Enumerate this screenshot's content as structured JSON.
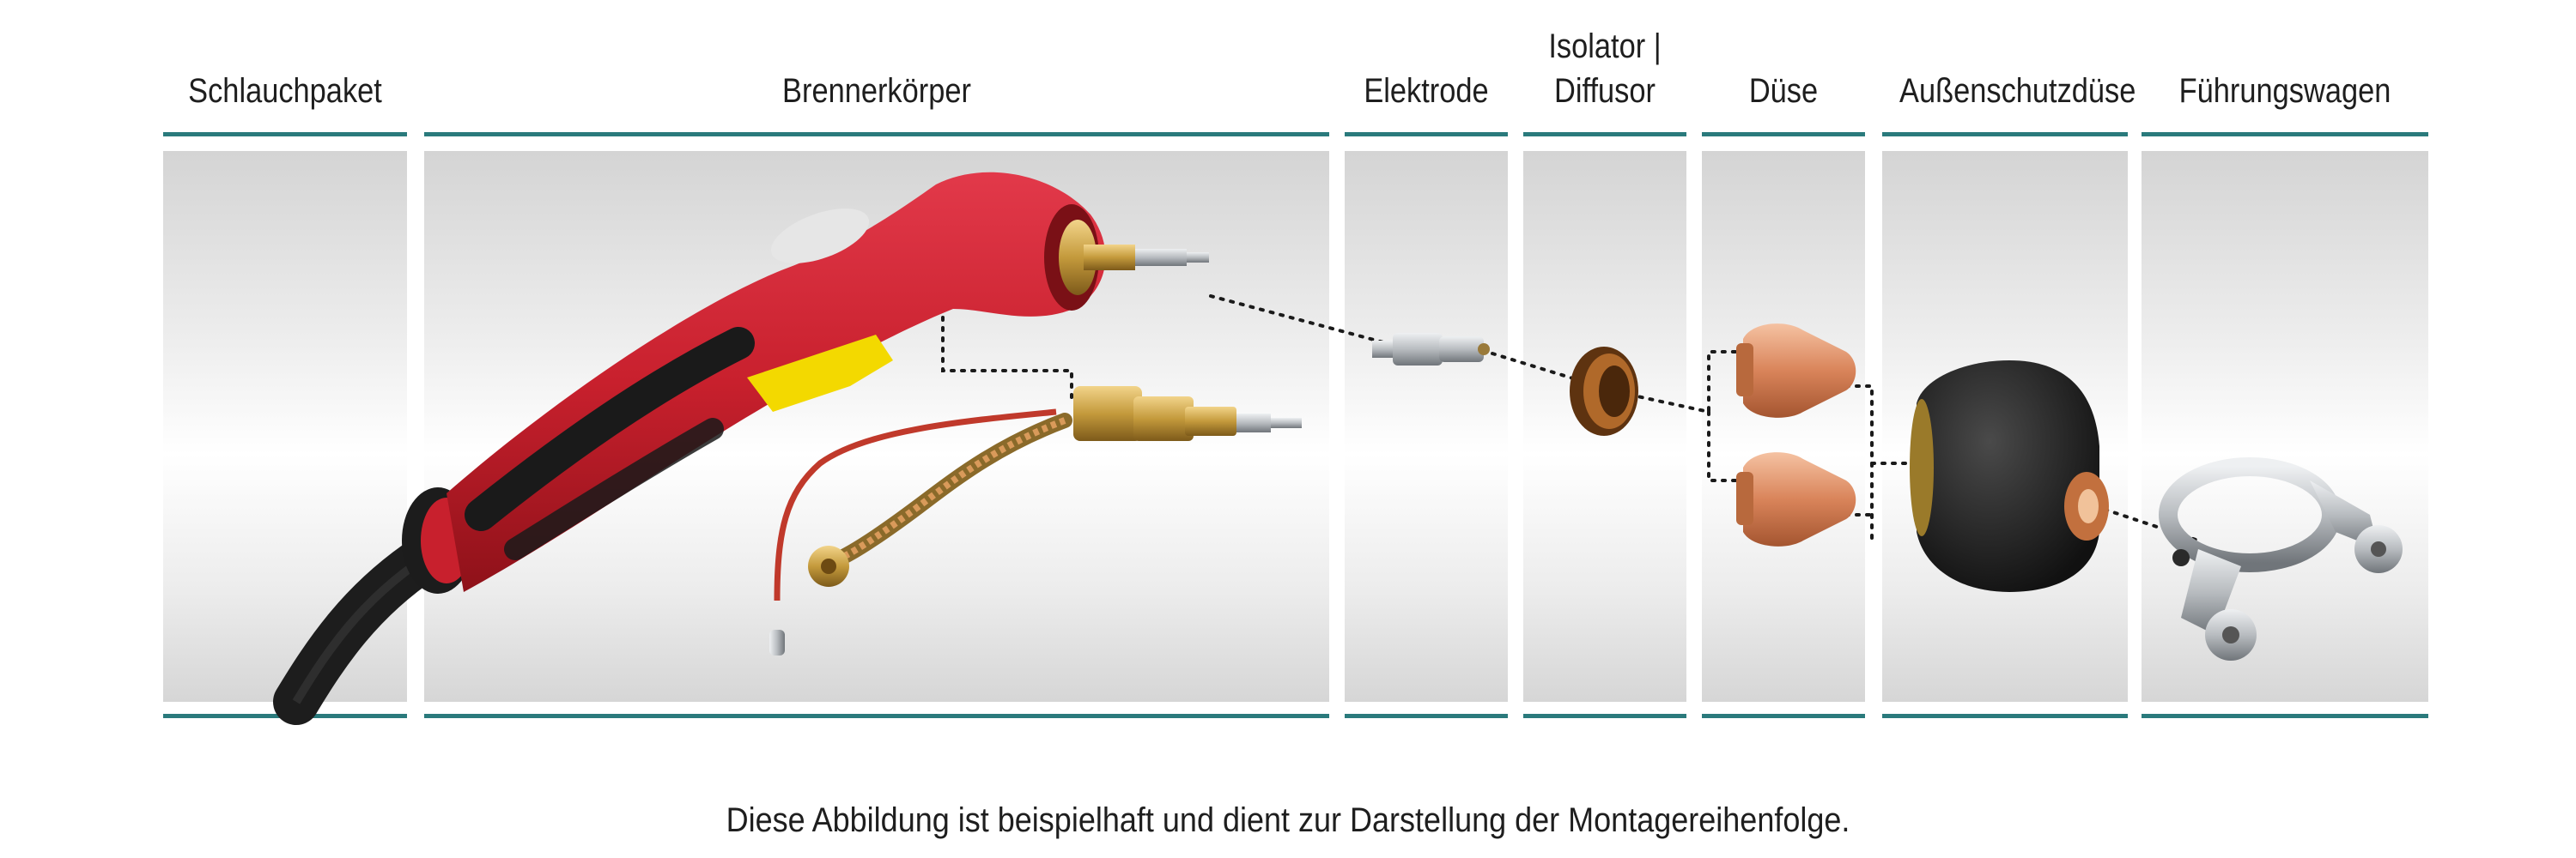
{
  "columns": [
    {
      "key": "schlauchpaket",
      "title": "Schlauchpaket"
    },
    {
      "key": "brennerkoerper",
      "title": "Brennerkörper"
    },
    {
      "key": "elektrode",
      "title": "Elektrode"
    },
    {
      "key": "isolator",
      "title_line1": "Isolator |",
      "title_line2": "Diffusor"
    },
    {
      "key": "duese",
      "title": "Düse"
    },
    {
      "key": "aussenschutzduese",
      "title": "Außenschutzdüse"
    },
    {
      "key": "fuehrungswagen",
      "title": "Führungswagen"
    }
  ],
  "caption": "Diese Abbildung ist beispielhaft und dient zur Darstellung der Montagereihenfolge.",
  "colors": {
    "rule": "#2a7a7c",
    "torch_red": "#c8202d",
    "trigger_yellow": "#f3d900",
    "brass": "#c49a3c",
    "copper": "#d9845a",
    "insulator_brown": "#8a4d1c",
    "cap_black": "#1c1c1c",
    "steel": "#b8bcc0"
  }
}
